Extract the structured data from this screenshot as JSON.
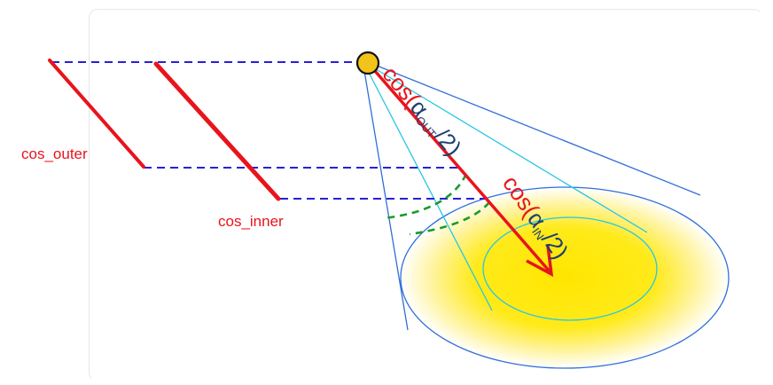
{
  "labels": {
    "cos_outer": "cos_outer",
    "cos_inner": "cos_inner",
    "cos_word_outer": "cos(",
    "alpha_outer": "α",
    "alpha_outer_sub": "OUT",
    "outer_tail": "/2)",
    "cos_word_inner": "cos(",
    "alpha_inner": "α",
    "alpha_inner_sub": "IN",
    "inner_tail": "/2)"
  },
  "colors": {
    "red": "#e8141c",
    "navy": "#1e3f73",
    "blue_dash": "#2a1fd6",
    "green_dash": "#1a9c2a",
    "cone_outer": "#2f6fd8",
    "cone_inner": "#27c6e8",
    "spot_core": "#ffe600",
    "source_fill": "#f2c318"
  }
}
